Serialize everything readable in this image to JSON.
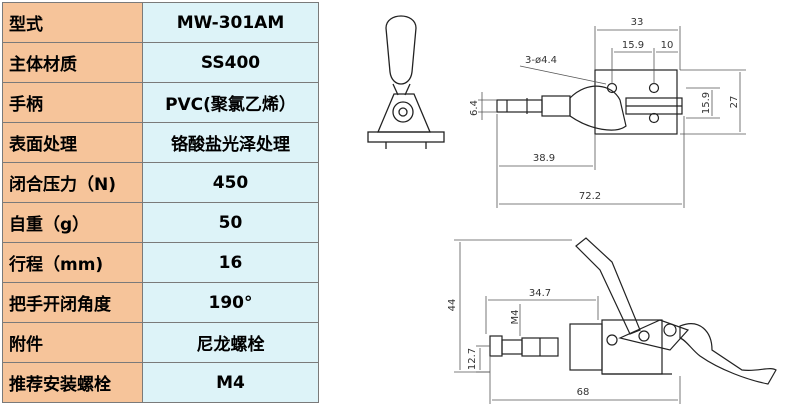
{
  "specs": [
    {
      "label": "型式",
      "value": "MW-301AM"
    },
    {
      "label": "主体材质",
      "value": "SS400"
    },
    {
      "label": "手柄",
      "value": "PVC(聚氯乙烯）"
    },
    {
      "label": "表面处理",
      "value": "铬酸盐光泽处理"
    },
    {
      "label": "闭合压力（N)",
      "value": "450"
    },
    {
      "label": "自重（g）",
      "value": "50"
    },
    {
      "label": "行程（mm)",
      "value": "16"
    },
    {
      "label": "把手开闭角度",
      "value": "190°"
    },
    {
      "label": "附件",
      "value": "尼龙螺栓"
    },
    {
      "label": "推荐安装螺栓",
      "value": "M4"
    }
  ],
  "top_view": {
    "dim_width_overall": "33",
    "dim_hole_spacing": "15.9",
    "dim_hole_edge": "10",
    "dim_holes": "3-ø4.4",
    "dim_plunger_dia": "6.4",
    "dim_hole_vertical": "15.9",
    "dim_base_height": "27",
    "dim_plunger_extension": "38.9",
    "dim_total_length": "72.2"
  },
  "side_view": {
    "dim_height": "44",
    "dim_thread_length": "34.7",
    "dim_thread": "M4",
    "dim_plunger_height": "12.7",
    "dim_base_length": "68"
  }
}
